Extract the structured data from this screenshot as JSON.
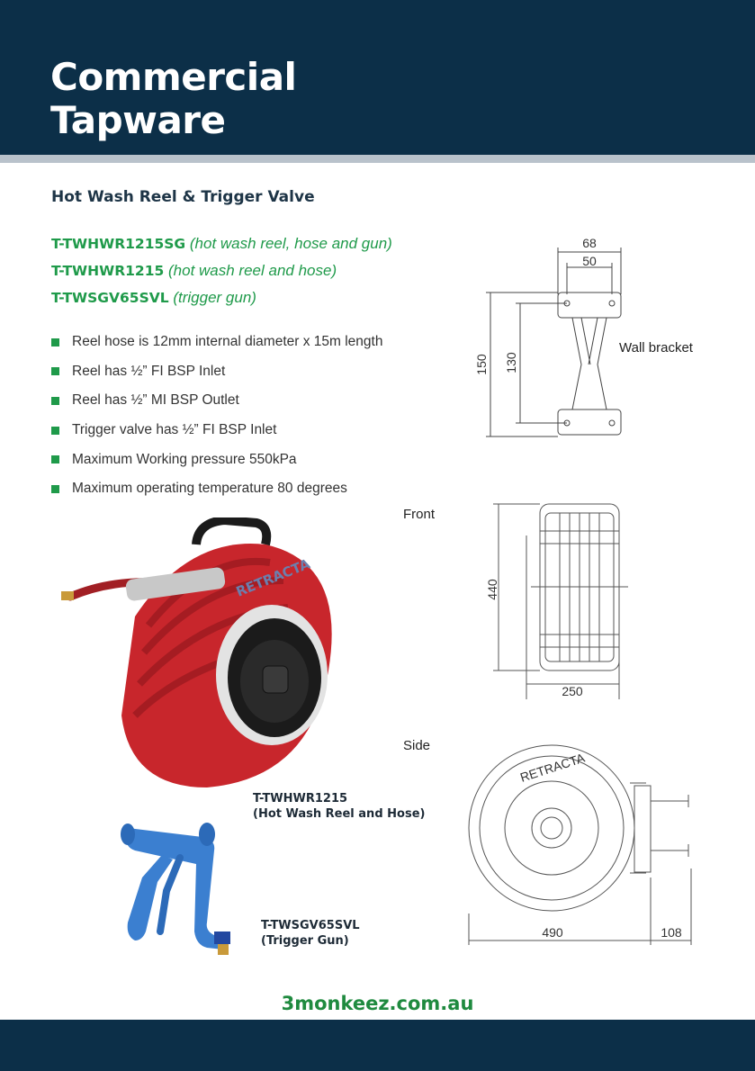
{
  "header": {
    "title_line1": "Commercial",
    "title_line2": "Tapware"
  },
  "section": {
    "subtitle": "Hot Wash Reel & Trigger Valve"
  },
  "codes": [
    {
      "code": "T-TWHWR1215SG",
      "desc": "(hot wash reel, hose and gun)"
    },
    {
      "code": "T-TWHWR1215",
      "desc": "(hot wash reel and hose)"
    },
    {
      "code": "T-TWSGV65SVL",
      "desc": "(trigger gun)"
    }
  ],
  "features": [
    "Reel hose is 12mm internal diameter x 15m length",
    "Reel has ½” FI BSP Inlet",
    "Reel has ½” MI BSP Outlet",
    "Trigger valve has ½” FI BSP Inlet",
    "Maximum Working pressure 550kPa",
    "Maximum operating temperature 80 degrees"
  ],
  "diagrams": {
    "wall_bracket": {
      "label": "Wall bracket",
      "dim_width_outer": "68",
      "dim_width_inner": "50",
      "dim_height_outer": "150",
      "dim_height_inner": "130"
    },
    "front": {
      "label": "Front",
      "dim_height": "440",
      "dim_width": "250"
    },
    "side": {
      "label": "Side",
      "dim_width": "490",
      "dim_depth": "108",
      "brand_text": "RETRACTA"
    }
  },
  "products": {
    "reel": {
      "code": "T-TWHWR1215",
      "name": "(Hot Wash Reel and Hose)",
      "brand": "RETRACTA",
      "colors": {
        "body": "#c8262c",
        "cover": "#1b1b1b"
      }
    },
    "gun": {
      "code": "T-TWSGV65SVL",
      "name": "(Trigger Gun)",
      "colors": {
        "body": "#3b7fd0"
      }
    }
  },
  "footer": {
    "website": "3monkeez.com.au"
  }
}
